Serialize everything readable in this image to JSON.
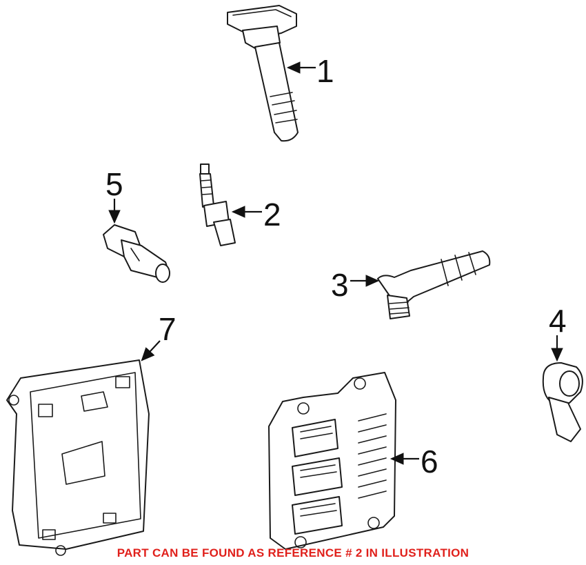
{
  "callouts": {
    "c1": "1",
    "c2": "2",
    "c3": "3",
    "c4": "4",
    "c5": "5",
    "c6": "6",
    "c7": "7"
  },
  "footer_note": "PART CAN BE FOUND AS REFERENCE # 2 IN ILLUSTRATION",
  "colors": {
    "note": "#e0201b",
    "line": "#1a1a1a",
    "background": "#ffffff"
  }
}
